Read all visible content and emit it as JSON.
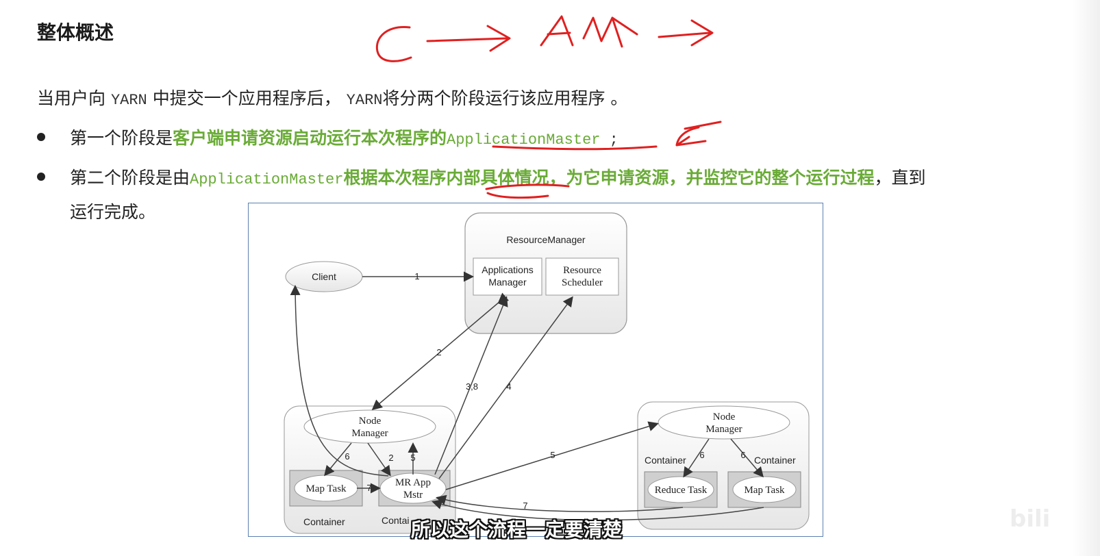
{
  "heading": "整体概述",
  "intro": {
    "p1": "当用户向 ",
    "yarn1": "YARN",
    "p2": " 中提交一个应用程序后， ",
    "yarn2": "YARN",
    "p3": "将分两个阶段运行该应用程序 。"
  },
  "bullets": [
    {
      "lead": "第一个阶段是",
      "green": "客户端申请资源启动运行本次程序的",
      "green_mono": "ApplicationMaster",
      "tail": " ;"
    },
    {
      "lead": "第二个阶段是由",
      "green_mono": "ApplicationMaster",
      "green": "根据本次程序内部具体情况，为它申请资源，并监控它的整个运行过程",
      "tail": "，直到",
      "continuation": "运行完成。"
    }
  ],
  "handwriting": "C → AM →",
  "diagram": {
    "resource_manager": "ResourceManager",
    "applications_manager": [
      "Applications",
      "Manager"
    ],
    "resource_scheduler": [
      "Resource",
      "Scheduler"
    ],
    "client": "Client",
    "node_manager_left": [
      "Node",
      "Manager"
    ],
    "node_manager_right": [
      "Node",
      "Manager"
    ],
    "map_task_left": "Map Task",
    "mr_app_mstr": [
      "MR App",
      "Mstr"
    ],
    "container_left": "Container",
    "container_mid": "Contai",
    "container_right_a": "Container",
    "container_right_b": "Container",
    "reduce_task": "Reduce Task",
    "map_task_right": "Map Task",
    "edges": {
      "e1": "1",
      "e2": "2",
      "e38": "3,8",
      "e4": "4",
      "e5": "5",
      "e6a": "6",
      "e2b": "2",
      "e5b": "5",
      "e7": "7",
      "e6b": "6",
      "e6c": "6",
      "e7b": "7"
    }
  },
  "subtitle": "所以这个流程一定要清楚",
  "watermark": "bili",
  "colors": {
    "accent_green": "#6aab37",
    "annotation_red": "#e02020",
    "frame_blue": "#5b7fb0"
  }
}
